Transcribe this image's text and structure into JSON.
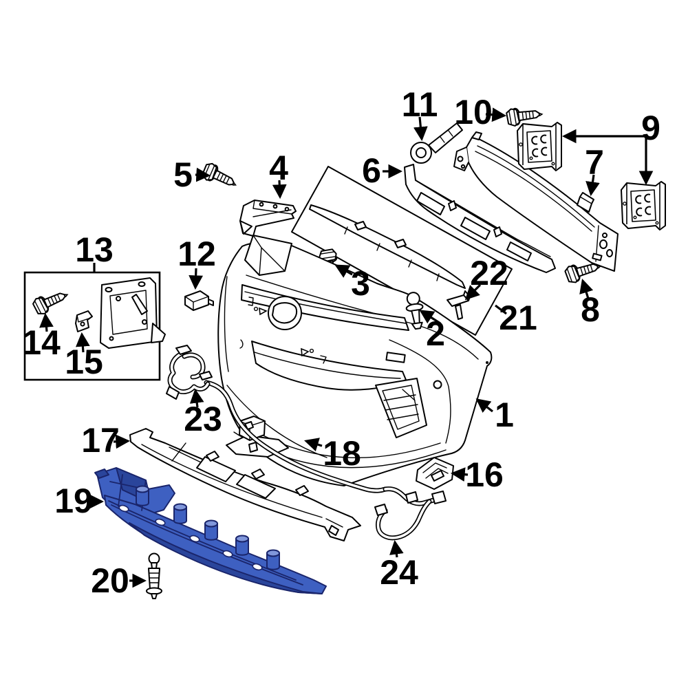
{
  "figure": {
    "background": "#ffffff",
    "line_color": "#000000",
    "highlighted_callout": "19",
    "highlight": {
      "fill": "#3E60C1",
      "fill_light": "#8097DB",
      "fill_dark": "#2A459B",
      "stroke": "#1A256B"
    },
    "callouts": [
      {
        "label": "1"
      },
      {
        "label": "2"
      },
      {
        "label": "3"
      },
      {
        "label": "4"
      },
      {
        "label": "5"
      },
      {
        "label": "6"
      },
      {
        "label": "7"
      },
      {
        "label": "8"
      },
      {
        "label": "9"
      },
      {
        "label": "10"
      },
      {
        "label": "11"
      },
      {
        "label": "12"
      },
      {
        "label": "13"
      },
      {
        "label": "14"
      },
      {
        "label": "15"
      },
      {
        "label": "16"
      },
      {
        "label": "17"
      },
      {
        "label": "18"
      },
      {
        "label": "19"
      },
      {
        "label": "20"
      },
      {
        "label": "21"
      },
      {
        "label": "22"
      },
      {
        "label": "23"
      },
      {
        "label": "24"
      }
    ]
  }
}
